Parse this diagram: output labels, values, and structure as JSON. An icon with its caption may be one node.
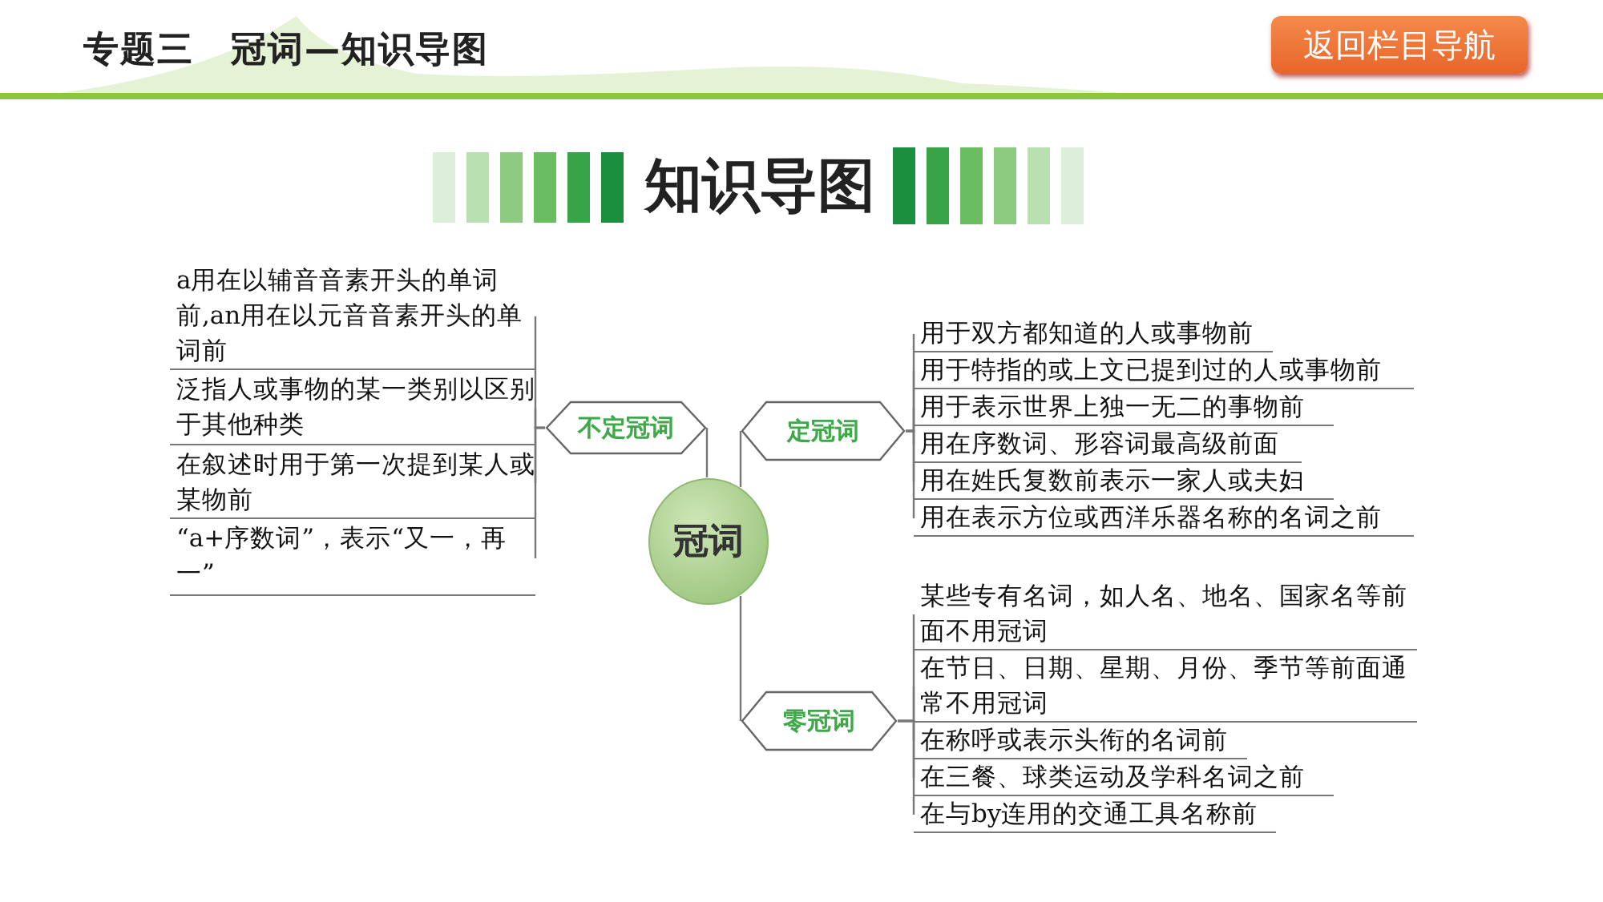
{
  "diagram": {
    "title": "专题三　冠词—知识导图",
    "nodes": [
      {
        "text": [
          "冠词"
        ]
      },
      {
        "text": [
          "不定冠词"
        ]
      },
      {
        "text": [
          "定冠词"
        ]
      },
      {
        "text": [
          "零冠词"
        ]
      },
      {
        "text": [
          "a用在以辅音音素开头的单词前,an用在以元音音素开头的单词前"
        ]
      },
      {
        "text": [
          "泛指人或事物的某一类别以区别于其他种类"
        ]
      },
      {
        "text": [
          "在叙述时用于第一次提到某人或某物前"
        ]
      },
      {
        "text": [
          "“a+序数词”，表示“又一，再一”"
        ]
      },
      {
        "text": [
          "用于双方都知道的人或事物前"
        ]
      },
      {
        "text": [
          "用于特指的或上文已提到过的人或事物前"
        ]
      },
      {
        "text": [
          "用于表示世界上独一无二的事物前"
        ]
      },
      {
        "text": [
          "用在序数词、形容词最高级前面"
        ]
      },
      {
        "text": [
          "用在姓氏复数前表示一家人或夫妇"
        ]
      },
      {
        "text": [
          "用在表示方位或西洋乐器名称的名词之前"
        ]
      },
      {
        "text": [
          "某些专有名词，如人名、地名、国家名等前面不用冠词"
        ]
      },
      {
        "text": [
          "在节日、日期、星期、月份、季节等前面通常不用冠词"
        ]
      },
      {
        "text": [
          "在称呼或表示头衔的名词前"
        ]
      },
      {
        "text": [
          "在三餐、球类运动及学科名词之前"
        ]
      },
      {
        "text": [
          "在与by连用的交通工具名称前"
        ]
      }
    ],
    "edges": [
      {
        "from": 0,
        "to": 1,
        "arrow": "none"
      },
      {
        "from": 0,
        "to": 2,
        "arrow": "none"
      },
      {
        "from": 0,
        "to": 3,
        "arrow": "none"
      },
      {
        "from": 1,
        "to": 4,
        "arrow": "none"
      },
      {
        "from": 1,
        "to": 5,
        "arrow": "none"
      },
      {
        "from": 1,
        "to": 6,
        "arrow": "none"
      },
      {
        "from": 1,
        "to": 7,
        "arrow": "none"
      },
      {
        "from": 2,
        "to": 8,
        "arrow": "none"
      },
      {
        "from": 2,
        "to": 9,
        "arrow": "none"
      },
      {
        "from": 2,
        "to": 10,
        "arrow": "none"
      },
      {
        "from": 2,
        "to": 11,
        "arrow": "none"
      },
      {
        "from": 2,
        "to": 12,
        "arrow": "none"
      },
      {
        "from": 2,
        "to": 13,
        "arrow": "none"
      },
      {
        "from": 3,
        "to": 14,
        "arrow": "none"
      },
      {
        "from": 3,
        "to": 15,
        "arrow": "none"
      },
      {
        "from": 3,
        "to": 16,
        "arrow": "none"
      },
      {
        "from": 3,
        "to": 17,
        "arrow": "none"
      },
      {
        "from": 3,
        "to": 18,
        "arrow": "none"
      }
    ],
    "labels": [
      "返回栏目导航",
      "知识导图"
    ]
  }
}
